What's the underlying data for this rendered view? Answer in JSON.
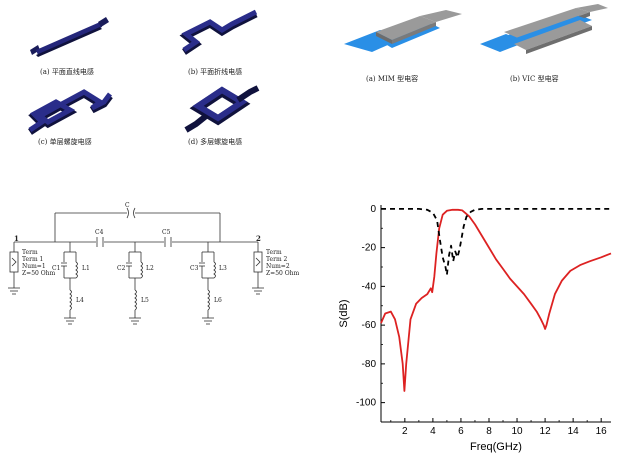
{
  "inductor_captions": {
    "a": "(a)  平面直线电感",
    "b": "(b)  平面折线电感",
    "c": "(c)  单层螺旋电感",
    "d": "(d)  多层螺旋电感"
  },
  "capacitor_captions": {
    "a": "(a)  MIM 型电容",
    "b": "(b) VIC 型电容"
  },
  "schematic": {
    "port1": {
      "number": "1",
      "lines": [
        "Term",
        "Term 1",
        "Num=1",
        "Z=50 Ohm"
      ]
    },
    "port2": {
      "number": "2",
      "lines": [
        "Term",
        "Term 2",
        "Num=2",
        "Z=50 Ohm"
      ]
    },
    "labels": {
      "c": "C",
      "c4": "C4",
      "c5": "C5",
      "c1": "C1",
      "l1": "L1",
      "c2": "C2",
      "l2": "L2",
      "c3": "C3",
      "l3": "L3",
      "l4": "L4",
      "l5": "L5",
      "l6": "L6"
    }
  },
  "chart_data": {
    "type": "line",
    "xlabel": "Freq(GHz)",
    "ylabel": "S(dB)",
    "xlim": [
      0.3,
      16.7
    ],
    "ylim": [
      -110,
      2
    ],
    "xticks": [
      2,
      4,
      6,
      8,
      10,
      12,
      14,
      16
    ],
    "yticks": [
      0,
      -20,
      -40,
      -60,
      -80,
      -100
    ],
    "grid": false,
    "series": [
      {
        "style": "solid",
        "color": "#dd2222",
        "x": [
          0.3,
          0.6,
          1.0,
          1.3,
          1.6,
          1.85,
          1.97,
          2.1,
          2.4,
          2.8,
          3.2,
          3.6,
          3.85,
          3.95,
          4.1,
          4.25,
          4.45,
          4.7,
          5.0,
          5.4,
          5.8,
          6.1,
          6.3,
          6.6,
          7.0,
          7.5,
          8.0,
          8.5,
          9.0,
          9.5,
          10.0,
          10.5,
          11.0,
          11.4,
          11.7,
          11.9,
          12.0,
          12.1,
          12.3,
          12.7,
          13.2,
          13.8,
          14.5,
          15.2,
          16.0,
          16.7
        ],
        "y": [
          -59,
          -54,
          -53,
          -57,
          -66,
          -80,
          -94,
          -80,
          -57,
          -49,
          -46,
          -44,
          -41,
          -43,
          -35,
          -23,
          -10,
          -3,
          -1,
          -0.5,
          -0.5,
          -0.8,
          -2,
          -4,
          -8,
          -14,
          -20,
          -26,
          -31,
          -36,
          -40,
          -44,
          -49,
          -53,
          -57,
          -60,
          -62,
          -60,
          -54,
          -44,
          -37,
          -32,
          -29,
          -27,
          -25,
          -23
        ]
      },
      {
        "style": "dashed",
        "color": "#000000",
        "x": [
          0.3,
          1,
          2,
          3,
          3.6,
          4.0,
          4.3,
          4.5,
          4.7,
          4.9,
          5.0,
          5.15,
          5.3,
          5.45,
          5.6,
          5.75,
          5.9,
          6.05,
          6.2,
          6.4,
          6.7,
          7.0,
          7.5,
          8,
          9,
          10,
          11,
          12,
          13,
          14,
          15,
          16,
          16.7
        ],
        "y": [
          0,
          0,
          0,
          0,
          -0.5,
          -2,
          -6,
          -16,
          -25,
          -30,
          -34,
          -24,
          -19,
          -27,
          -22,
          -25,
          -21,
          -15,
          -9,
          -4,
          -1.5,
          -0.5,
          0,
          0,
          0,
          0,
          0,
          0,
          0,
          0,
          0,
          0,
          0
        ]
      }
    ]
  }
}
